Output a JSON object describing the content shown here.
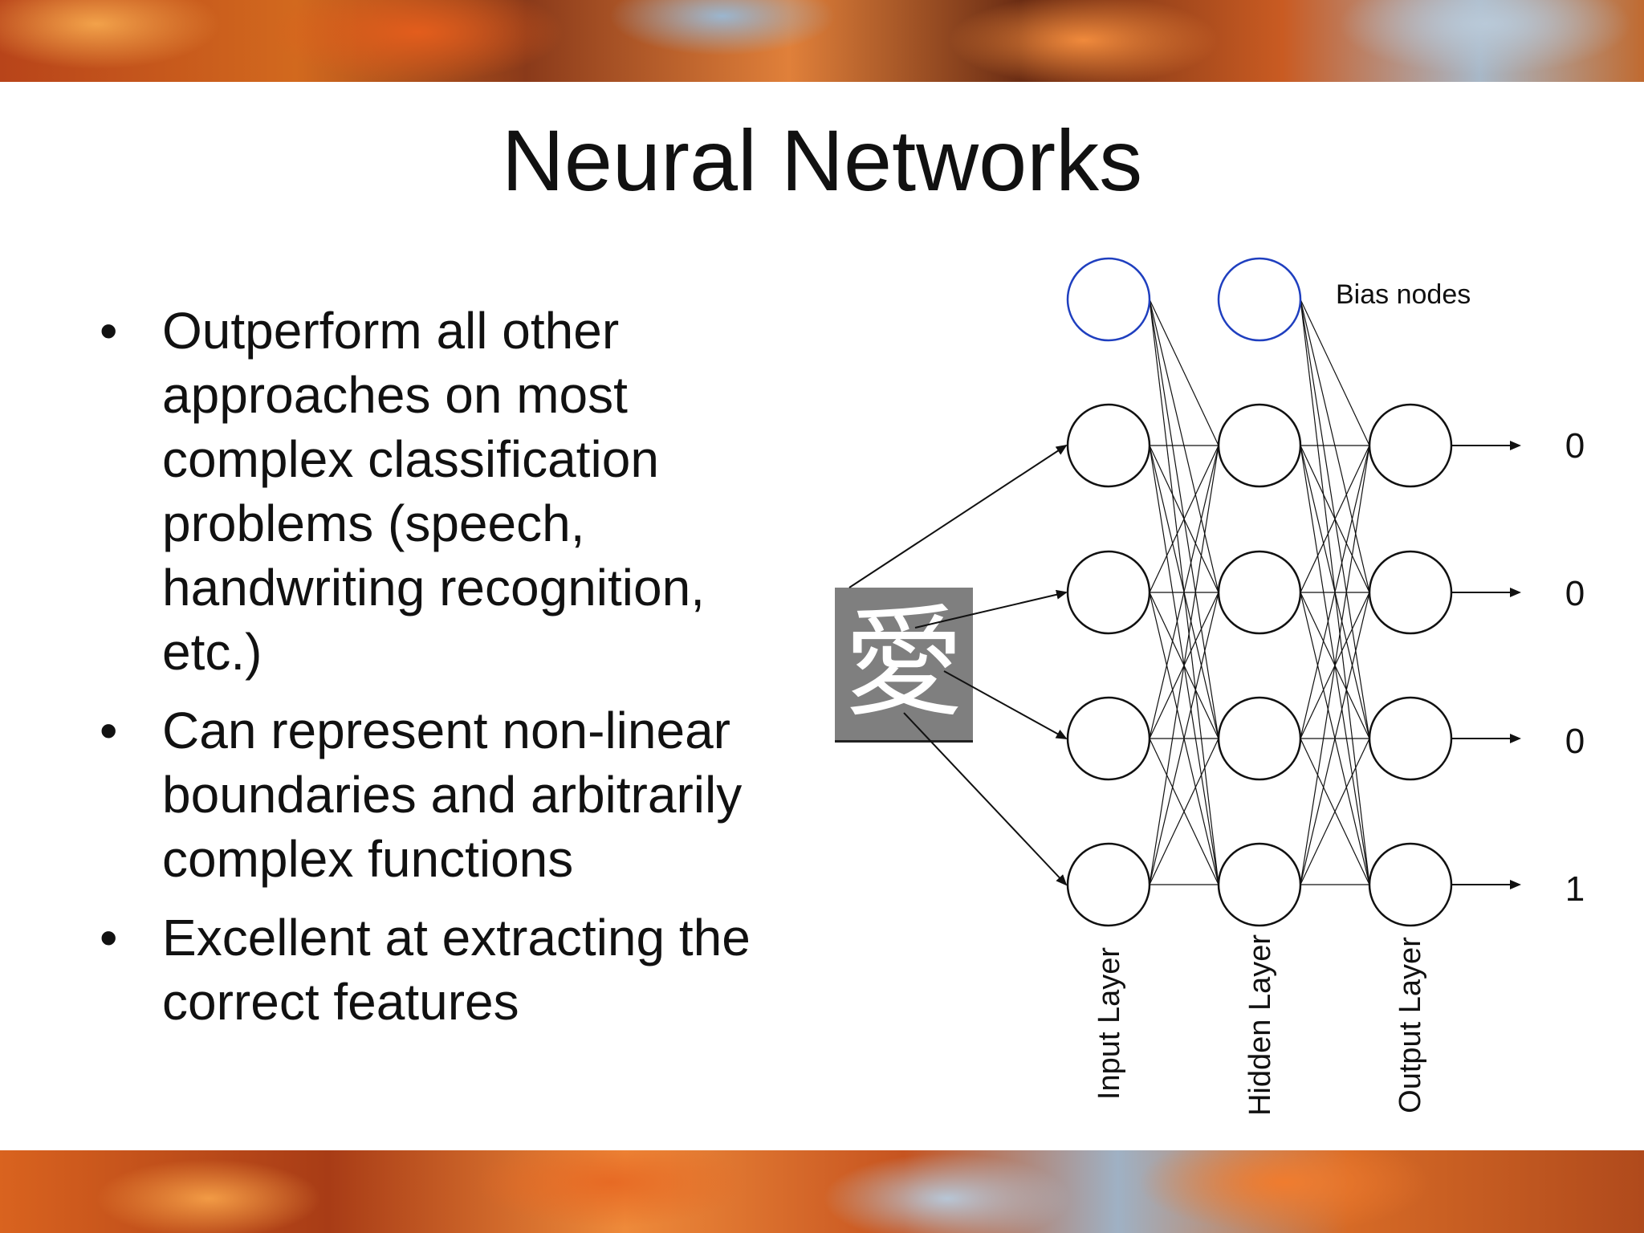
{
  "slide": {
    "title": "Neural Networks",
    "bullets": [
      {
        "text": "Outperform all other approaches on most complex classification problems (speech, handwriting recognition, etc.)"
      },
      {
        "text": "Can represent non-linear boundaries and arbitrarily complex functions"
      },
      {
        "text": "Excellent at extracting the correct features"
      }
    ]
  },
  "diagram": {
    "bias_label": "Bias nodes",
    "input_glyph": "愛",
    "outputs": [
      "0",
      "0",
      "0",
      "1"
    ],
    "layers": {
      "input": "Input Layer",
      "hidden": "Hidden Layer",
      "output": "Output Layer"
    },
    "colors": {
      "bias_node_stroke": "#1f3fbf",
      "node_stroke": "#111111",
      "image_background": "#7f7f7f"
    }
  }
}
